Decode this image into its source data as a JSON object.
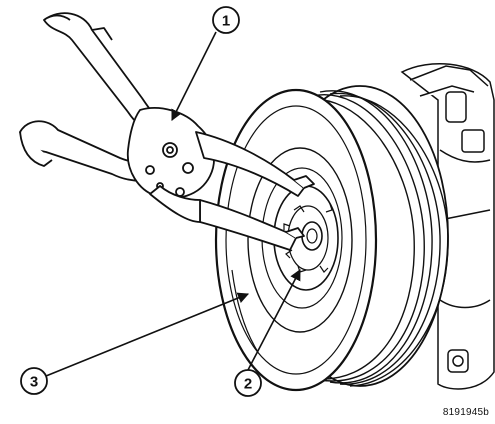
{
  "figure": {
    "id": "8191945b"
  },
  "callouts": [
    {
      "number": "1"
    },
    {
      "number": "2"
    },
    {
      "number": "3"
    }
  ]
}
